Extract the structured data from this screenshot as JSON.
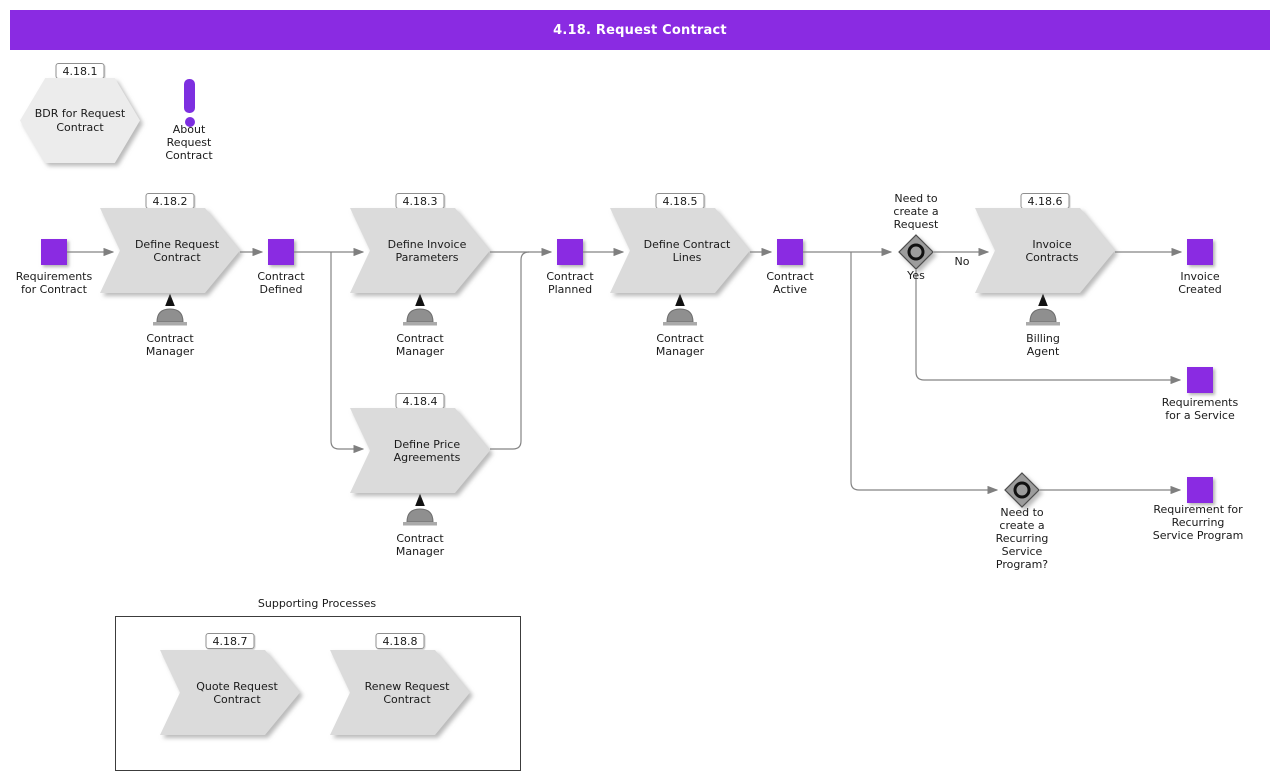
{
  "header": {
    "title": "4.18. Request Contract"
  },
  "colors": {
    "accent": "#8a2be2",
    "process_fill": "#dbdbdb",
    "line": "#808080"
  },
  "bdr": {
    "badge": "4.18.1",
    "label": "BDR for Request\nContract"
  },
  "about": {
    "label": "About\nRequest\nContract"
  },
  "processes": [
    {
      "badge": "4.18.2",
      "label": "Define Request\nContract",
      "role": "Contract\nManager"
    },
    {
      "badge": "4.18.3",
      "label": "Define Invoice\nParameters",
      "role": "Contract\nManager"
    },
    {
      "badge": "4.18.5",
      "label": "Define Contract\nLines",
      "role": "Contract\nManager"
    },
    {
      "badge": "4.18.6",
      "label": "Invoice\nContracts",
      "role": "Billing\nAgent"
    },
    {
      "badge": "4.18.4",
      "label": "Define Price\nAgreements",
      "role": "Contract\nManager"
    }
  ],
  "events": [
    {
      "label": "Requirements\nfor Contract"
    },
    {
      "label": "Contract\nDefined"
    },
    {
      "label": "Contract\nPlanned"
    },
    {
      "label": "Contract\nActive"
    },
    {
      "label": "Invoice\nCreated"
    },
    {
      "label": "Requirements\nfor a Service"
    },
    {
      "label": "Requirement for\nRecurring\nService Program"
    }
  ],
  "decisions": [
    {
      "label": "Need to\ncreate a\nRequest",
      "yes": "Yes",
      "no": "No"
    },
    {
      "label": "Need to\ncreate a\nRecurring\nService\nProgram?"
    }
  ],
  "supporting": {
    "title": "Supporting Processes",
    "items": [
      {
        "badge": "4.18.7",
        "label": "Quote Request\nContract"
      },
      {
        "badge": "4.18.8",
        "label": "Renew Request\nContract"
      }
    ]
  }
}
